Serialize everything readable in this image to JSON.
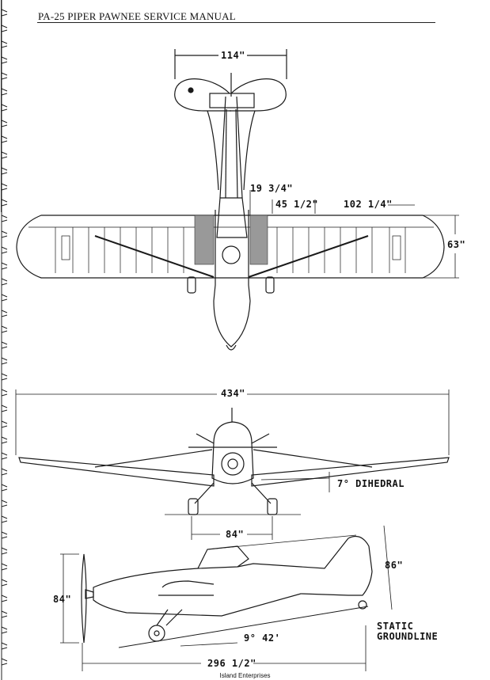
{
  "header": {
    "title": "PA-25 PIPER PAWNEE SERVICE MANUAL"
  },
  "top_view": {
    "tail_span": "114\"",
    "d1": "19 3/4\"",
    "d2": "45 1/2\"",
    "d3": "102 1/4\"",
    "chord": "63\""
  },
  "front_view": {
    "span": "434\"",
    "dihedral": "7° DIHEDRAL",
    "gear_track": "84\""
  },
  "side_view": {
    "tail_height": "86\"",
    "prop_diameter": "84\"",
    "ground_angle": "9° 42'",
    "static_label": "STATIC",
    "groundline_label": "GROUNDLINE",
    "length": "296 1/2\""
  },
  "footer": {
    "text": "Island Enterprises"
  }
}
